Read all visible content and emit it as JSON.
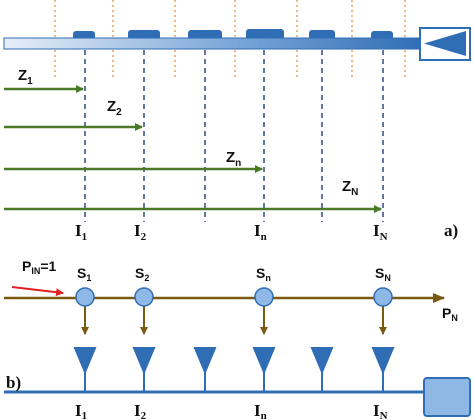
{
  "top": {
    "z_labels": [
      {
        "base": "Z",
        "sub": "1"
      },
      {
        "base": "Z",
        "sub": "2"
      },
      {
        "base": "Z",
        "sub": "n"
      },
      {
        "base": "Z",
        "sub": "N"
      }
    ],
    "i_labels": [
      {
        "base": "I",
        "sub": "1"
      },
      {
        "base": "I",
        "sub": "2"
      },
      {
        "base": "I",
        "sub": "n"
      },
      {
        "base": "I",
        "sub": "N"
      }
    ],
    "panel_label": "a)"
  },
  "bottom": {
    "input_label": {
      "base": "P",
      "sub": "IN",
      "suffix": "=1"
    },
    "output_label": {
      "base": "P",
      "sub": "N"
    },
    "s_labels": [
      {
        "base": "S",
        "sub": "1"
      },
      {
        "base": "S",
        "sub": "2"
      },
      {
        "base": "S",
        "sub": "n"
      },
      {
        "base": "S",
        "sub": "N"
      }
    ],
    "i_labels": [
      {
        "base": "I",
        "sub": "1"
      },
      {
        "base": "I",
        "sub": "2"
      },
      {
        "base": "I",
        "sub": "n"
      },
      {
        "base": "I",
        "sub": "N"
      }
    ],
    "panel_label": "b)"
  },
  "colors": {
    "waveguide_blue": "#2f6db5",
    "waveguide_light": "#d6e4f5",
    "arrow_green": "#4a7a25",
    "arrow_brown": "#7a5a10",
    "node_fill": "#8fb8e6",
    "orange_dash": "#e08a3a",
    "dark_blue_dash": "#1f3d7a",
    "red_arrow": "#e02020"
  }
}
